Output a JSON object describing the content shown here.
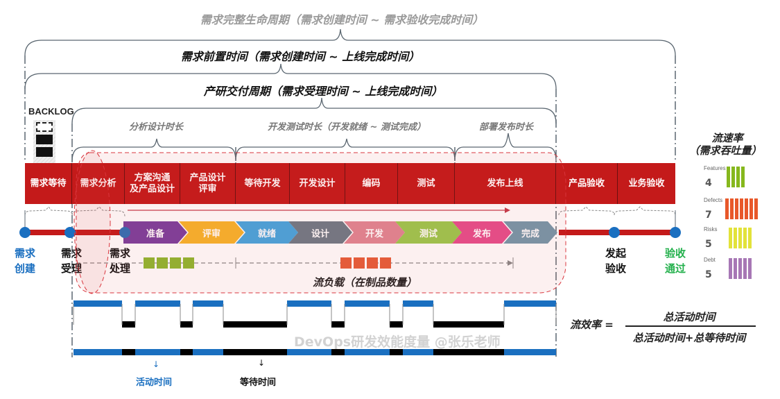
{
  "titles": {
    "lifecycle": "需求完整生命周期（需求创建时间 ~ 需求验收完成时间）",
    "lead_time": "需求前置时间（需求创建时间 ~ 上线完成时间）",
    "delivery_cycle": "产研交付周期（需求受理时间 ~ 上线完成时间）"
  },
  "phase_headers": {
    "analysis": "分析设计时长",
    "dev_test": "开发测试时长（开发就绪 ~ 测试完成）",
    "deploy": "部署发布时长"
  },
  "backlog_label": "BACKLOG",
  "stages": [
    {
      "label": "需求等待"
    },
    {
      "label": "需求分析"
    },
    {
      "label": "方案沟通\n及产品设计"
    },
    {
      "label": "产品设计\n评审"
    },
    {
      "label": "等待开发"
    },
    {
      "label": "开发设计"
    },
    {
      "label": "编码"
    },
    {
      "label": "测试"
    },
    {
      "label": "发布上线"
    },
    {
      "label": "产品验收"
    },
    {
      "label": "业务验收"
    }
  ],
  "milestones": [
    {
      "label_1": "需求",
      "label_2": "创建",
      "color": "#1a6fc0"
    },
    {
      "label_1": "需求",
      "label_2": "受理",
      "color": "#111111"
    },
    {
      "label_1": "需求",
      "label_2": "处理",
      "color": "#111111"
    },
    {
      "label_1": "发起",
      "label_2": "验收",
      "color": "#111111"
    },
    {
      "label_1": "验收",
      "label_2": "通过",
      "color": "#22b04b"
    }
  ],
  "flow_steps": [
    {
      "label": "准备",
      "color": "#7b3f9e"
    },
    {
      "label": "评审",
      "color": "#f7b52c"
    },
    {
      "label": "就绪",
      "color": "#45a7e0"
    },
    {
      "label": "设计",
      "color": "#6e7b87"
    },
    {
      "label": "开发",
      "color": "#e08794"
    },
    {
      "label": "测试",
      "color": "#9cc94f"
    },
    {
      "label": "发布",
      "color": "#e54f8d"
    },
    {
      "label": "完成",
      "color": "#7598ab"
    }
  ],
  "flow_load": {
    "label": "流负载（在制品数量）",
    "waiting_items": 4,
    "wip_items": 4
  },
  "flow_velocity": {
    "title_1": "流速率",
    "title_2": "（需求吞吐量）",
    "items": [
      {
        "name": "Features",
        "count": "4",
        "color": "#86b81d"
      },
      {
        "name": "Defects",
        "count": "7",
        "color": "#e8582a"
      },
      {
        "name": "Risks",
        "count": "5",
        "color": "#e2e23a"
      },
      {
        "name": "Debt",
        "count": "5",
        "color": "#a777b5"
      }
    ]
  },
  "flow_efficiency": {
    "lhs": "流效率 =",
    "numerator": "总活动时间",
    "denominator": "总活动时间+总等待时间"
  },
  "time_legend": {
    "active": "活动时间",
    "wait": "等待时间"
  },
  "watermark": "DevOps研发效能度量 @张乐老师",
  "colors": {
    "stage_red": "#c41a1a",
    "active_blue": "#1a6fc0",
    "wait_black": "#000000",
    "gray_title": "#9a9a9a"
  }
}
